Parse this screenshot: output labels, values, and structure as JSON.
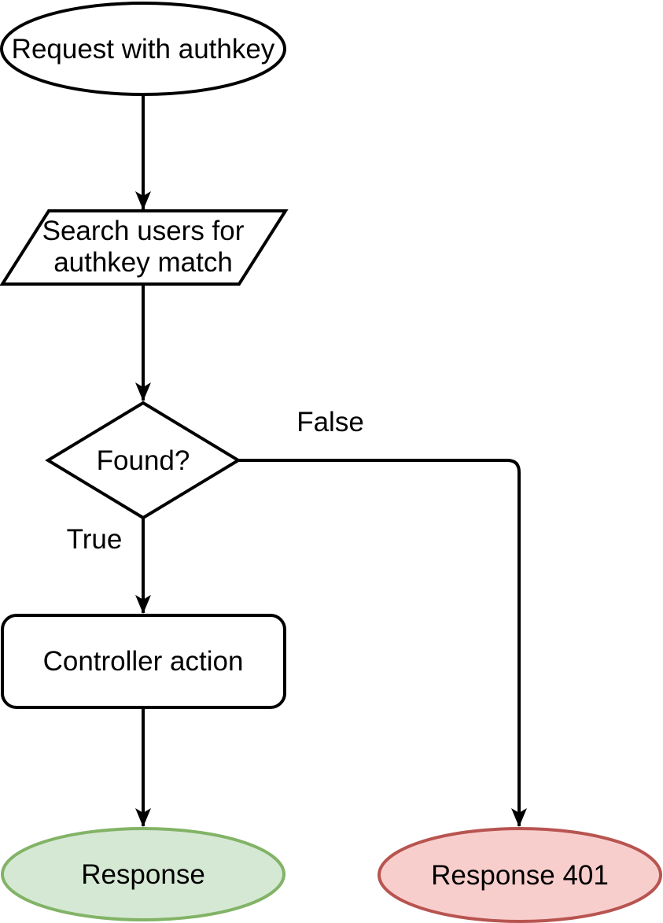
{
  "canvas": {
    "background": "#ffffff",
    "line_color": "#000000"
  },
  "flowchart": {
    "nodes": {
      "start": {
        "shape": "ellipse",
        "label": "Request with authkey",
        "fill": "#ffffff",
        "stroke": "#000000"
      },
      "search": {
        "shape": "parallelogram",
        "label_line1": "Search users for",
        "label_line2": "authkey match",
        "fill": "#ffffff",
        "stroke": "#000000"
      },
      "found": {
        "shape": "diamond",
        "label": "Found?",
        "fill": "#ffffff",
        "stroke": "#000000"
      },
      "controller": {
        "shape": "rounded-rectangle",
        "label": "Controller action",
        "fill": "#ffffff",
        "stroke": "#000000"
      },
      "response_ok": {
        "shape": "ellipse",
        "label": "Response",
        "fill": "#d5e8d4",
        "stroke": "#82b366"
      },
      "response_401": {
        "shape": "ellipse",
        "label": "Response 401",
        "fill": "#f8cecc",
        "stroke": "#b85450"
      }
    },
    "edges": [
      {
        "from": "start",
        "to": "search",
        "label": ""
      },
      {
        "from": "search",
        "to": "found",
        "label": ""
      },
      {
        "from": "found",
        "to": "controller",
        "label": "True"
      },
      {
        "from": "found",
        "to": "response_401",
        "label": "False"
      },
      {
        "from": "controller",
        "to": "response_ok",
        "label": ""
      }
    ]
  }
}
